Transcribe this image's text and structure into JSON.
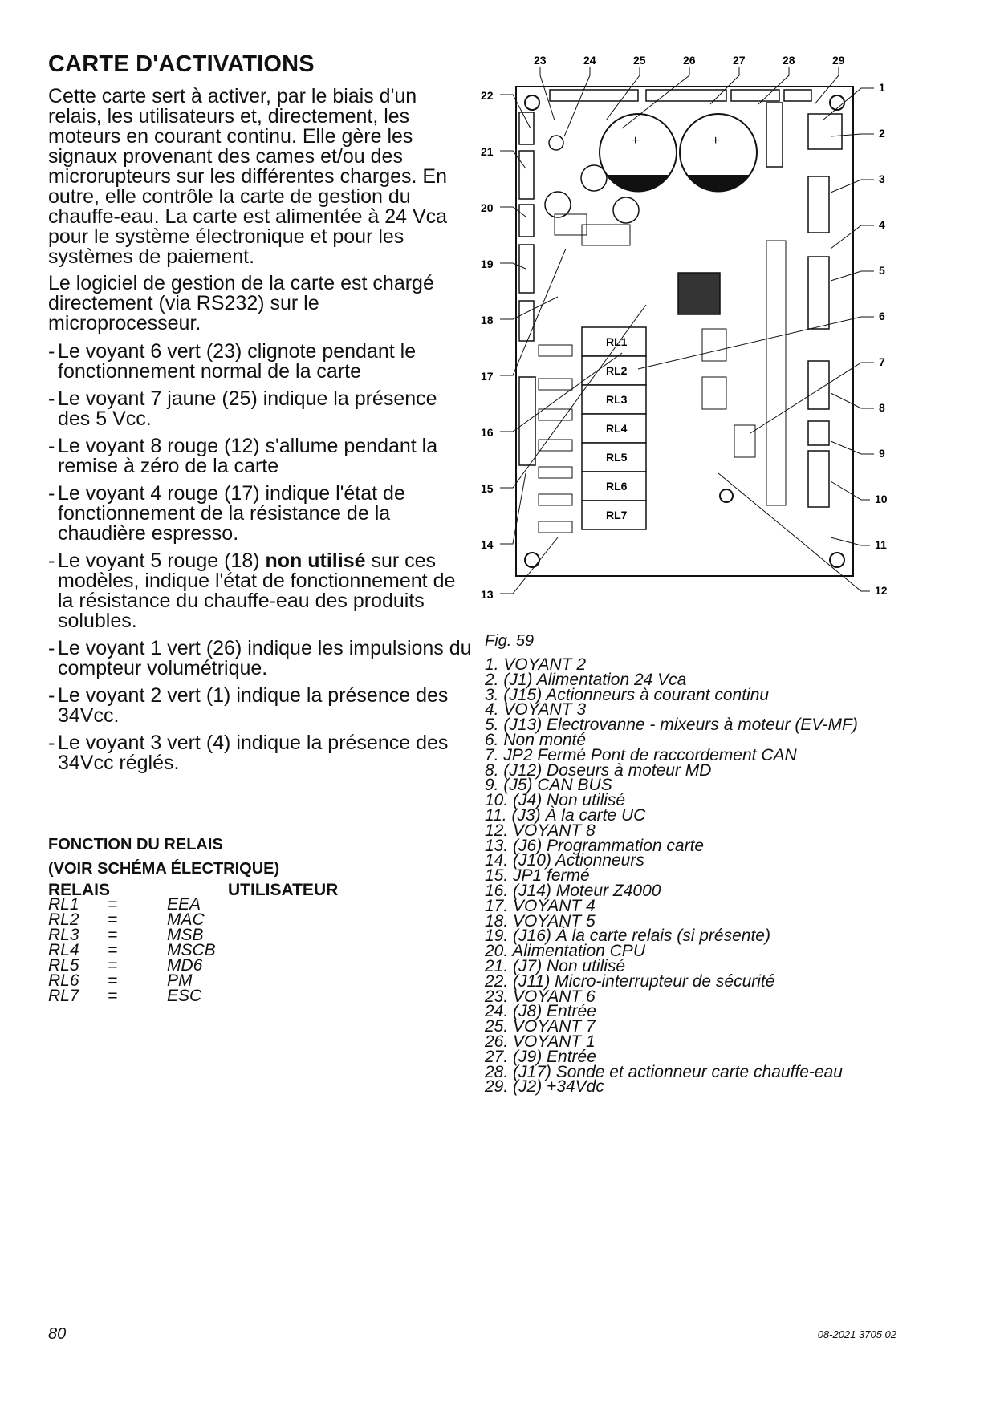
{
  "title": "CARTE D'ACTIVATIONS",
  "intro": [
    "Cette carte sert à activer, par le biais d'un relais, les utilisateurs et, directement, les moteurs en courant continu. Elle gère les signaux provenant des cames et/ou des microrupteurs sur les différentes charges. En outre, elle contrôle la carte de gestion du chauffe-eau. La carte est alimentée à 24 Vca pour le système électronique et pour les systèmes de paiement.",
    "Le logiciel de gestion de la carte est chargé directement (via RS232) sur le microprocesseur."
  ],
  "bullets": [
    {
      "dash": "-",
      "pre": "Le voyant 6 vert (23) clignote pendant le fonctionnement normal de la carte",
      "bold": "",
      "post": ""
    },
    {
      "dash": "-",
      "pre": "Le voyant 7 jaune (25) indique la présence des 5 Vcc.",
      "bold": "",
      "post": ""
    },
    {
      "dash": "-",
      "pre": "Le voyant 8 rouge (12) s'allume pendant la remise à zéro de la carte",
      "bold": "",
      "post": ""
    },
    {
      "dash": "-",
      "pre": "Le voyant 4 rouge (17) indique l'état de fonctionnement de la résistance de la chaudière espresso.",
      "bold": "",
      "post": ""
    },
    {
      "dash": "-",
      "pre": "Le voyant 5 rouge (18) ",
      "bold": "non utilisé",
      "post": " sur ces modèles, indique l'état de fonctionnement de la résistance du chauffe-eau des produits solubles."
    },
    {
      "dash": "-",
      "pre": "Le voyant 1 vert (26) indique les impulsions du compteur volumétrique.",
      "bold": "",
      "post": ""
    },
    {
      "dash": "-",
      "pre": "Le voyant 2 vert (1) indique la présence des 34Vcc.",
      "bold": "",
      "post": ""
    },
    {
      "dash": "-",
      "pre": "Le voyant 3 vert (4) indique la présence des 34Vcc réglés.",
      "bold": "",
      "post": ""
    }
  ],
  "relay_section": {
    "title_line1": "FONCTION DU RELAIS",
    "title_line2": "(VOIR SCHÉMA ÉLECTRIQUE)",
    "col_relais": "RELAIS",
    "col_user": "UTILISATEUR",
    "rows": [
      {
        "relay": "RL1",
        "eq": "=",
        "user": "EEA"
      },
      {
        "relay": "RL2",
        "eq": "=",
        "user": "MAC"
      },
      {
        "relay": "RL3",
        "eq": "=",
        "user": "MSB"
      },
      {
        "relay": "RL4",
        "eq": "=",
        "user": "MSCB"
      },
      {
        "relay": "RL5",
        "eq": "=",
        "user": "MD6"
      },
      {
        "relay": "RL6",
        "eq": "=",
        "user": "PM"
      },
      {
        "relay": "RL7",
        "eq": "=",
        "user": "ESC"
      }
    ]
  },
  "figure": {
    "caption": "Fig. 59",
    "top_numbers": [
      "23",
      "24",
      "25",
      "26",
      "27",
      "28",
      "29"
    ],
    "right_numbers": [
      "1",
      "2",
      "3",
      "4",
      "5",
      "6",
      "7",
      "8",
      "9",
      "10",
      "11",
      "12"
    ],
    "left_numbers": [
      "22",
      "21",
      "20",
      "19",
      "18",
      "17",
      "16",
      "15",
      "14",
      "13"
    ],
    "relays": [
      "RL1",
      "RL2",
      "RL3",
      "RL4",
      "RL5",
      "RL6",
      "RL7"
    ]
  },
  "legend": [
    "1.  VOYANT 2",
    "2.  (J1) Alimentation 24 Vca",
    "3.  (J15) Actionneurs à courant continu",
    "4.  VOYANT 3",
    "5.  (J13) Electrovanne - mixeurs à moteur (EV-MF)",
    "6.  Non monté",
    "7.  JP2 Fermé Pont de raccordement CAN",
    "8.  (J12) Doseurs à moteur MD",
    "9.  (J5) CAN BUS",
    "10.  (J4) Non utilisé",
    "11.  (J3) À la carte UC",
    "12.  VOYANT 8",
    "13.  (J6) Programmation carte",
    "14.  (J10) Actionneurs",
    "15.  JP1 fermé",
    "16.  (J14) Moteur Z4000",
    "17.  VOYANT 4",
    "18.  VOYANT 5",
    "19.  (J16) À la carte relais (si présente)",
    "20.  Alimentation CPU",
    "21.  (J7) Non utilisé",
    "22.  (J11) Micro-interrupteur de sécurité",
    "23.  VOYANT 6",
    "24.  (J8) Entrée",
    "25.  VOYANT 7",
    "26.  VOYANT 1",
    "27.  (J9) Entrée",
    "28.  (J17) Sonde et actionneur carte chauffe-eau",
    "29.  (J2) +34Vdc"
  ],
  "footer": {
    "page_number": "80",
    "doc_ref": "08-2021 3705 02"
  }
}
